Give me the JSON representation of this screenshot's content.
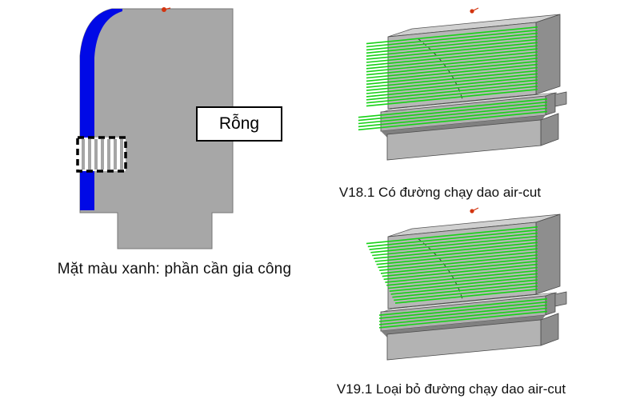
{
  "cross_section_figure": {
    "hollow_label": "Rỗng",
    "caption": "Mặt màu xanh: phần cần gia công",
    "machining_face_color": "#0009e6",
    "body_color": "#a7a7a7"
  },
  "toolpath_figures": {
    "v18": {
      "caption": "V18.1 Có đường chạy dao air-cut"
    },
    "v19": {
      "caption": "V19.1 Loại bỏ đường chạy dao air-cut"
    },
    "toolpath_color": "#16d316"
  }
}
